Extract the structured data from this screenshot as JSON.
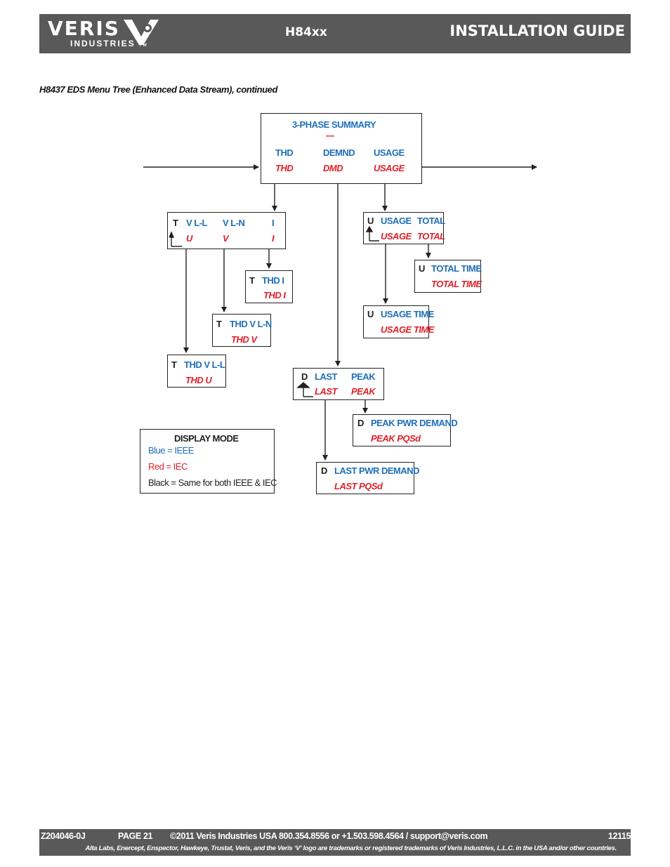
{
  "header": {
    "logo_word": "VERIS",
    "logo_sub": "INDUSTRIES",
    "logo_tm": "TM",
    "model": "H84xx",
    "title": "INSTALLATION GUIDE"
  },
  "caption": "H8437 EDS Menu Tree (Enhanced Data Stream), continued",
  "summary": {
    "title": "3-PHASE SUMMARY",
    "dashes": "---",
    "ieee": [
      "THD",
      "DEMND",
      "USAGE"
    ],
    "iec": [
      "THD",
      "DMD",
      "USAGE"
    ]
  },
  "thd_box": {
    "letter": "T",
    "ieee": [
      "V L-L",
      "V L-N",
      "I"
    ],
    "iec": [
      "U",
      "V",
      "I"
    ]
  },
  "thd_i": {
    "letter": "T",
    "ieee": "THD I",
    "iec": "THD I"
  },
  "thd_vln": {
    "letter": "T",
    "ieee": "THD V L-N",
    "iec": "THD V"
  },
  "thd_vll": {
    "letter": "T",
    "ieee": "THD V L-L",
    "iec": "THD U"
  },
  "usage_box": {
    "letter": "U",
    "ieee": [
      "USAGE",
      "TOTAL"
    ],
    "iec": [
      "USAGE",
      "TOTAL"
    ]
  },
  "total_time": {
    "letter": "U",
    "ieee": "TOTAL TIME",
    "iec": "TOTAL TIME"
  },
  "usage_time": {
    "letter": "U",
    "ieee": "USAGE TIME",
    "iec": "USAGE TIME"
  },
  "demand_box": {
    "letter": "D",
    "ieee": [
      "LAST",
      "PEAK"
    ],
    "iec": [
      "LAST",
      "PEAK"
    ]
  },
  "peak_pwr": {
    "letter": "D",
    "ieee": "PEAK PWR DEMAND",
    "iec": "PEAK PQSd"
  },
  "last_pwr": {
    "letter": "D",
    "ieee": "LAST PWR DEMAND",
    "iec": "LAST PQSd"
  },
  "legend": {
    "title": "DISPLAY MODE",
    "blue": "Blue = IEEE",
    "red": "Red = IEC",
    "black": "Black = Same for both IEEE & IEC"
  },
  "colors": {
    "ieee": "#1f6fb8",
    "iec": "#e0202a",
    "bar": "#595959"
  },
  "footer": {
    "doc": "Z204046-0J",
    "page": "PAGE 21",
    "contact": "©2011 Veris Industries   USA 800.354.8556 or +1.503.598.4564  / support@veris.com",
    "code": "12115",
    "trademark": "Alta Labs, Enercept, Enspector, Hawkeye, Trustat, Veris, and the Veris ‘V’ logo are trademarks or registered trademarks of  Veris Industries, L.L.C. in the USA and/or other countries."
  }
}
